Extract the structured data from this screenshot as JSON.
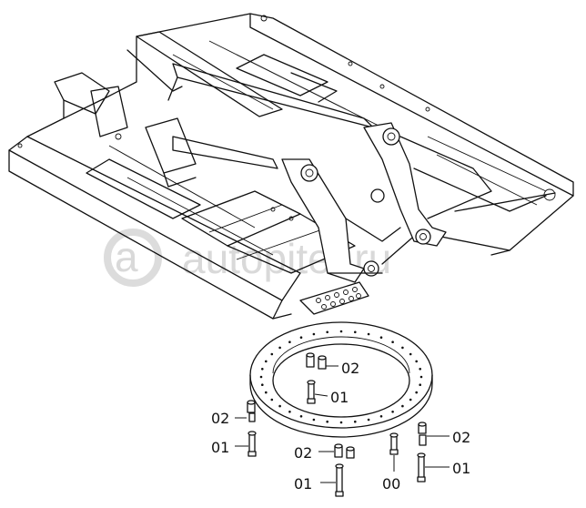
{
  "watermark": {
    "text": "autopiter.ru"
  },
  "callouts": [
    {
      "id": "c1",
      "label": "02"
    },
    {
      "id": "c2",
      "label": "01"
    },
    {
      "id": "c3",
      "label": "02"
    },
    {
      "id": "c4",
      "label": "01"
    },
    {
      "id": "c5",
      "label": "02"
    },
    {
      "id": "c6",
      "label": "01"
    },
    {
      "id": "c7",
      "label": "00"
    },
    {
      "id": "c8",
      "label": "02"
    },
    {
      "id": "c9",
      "label": "01"
    }
  ]
}
